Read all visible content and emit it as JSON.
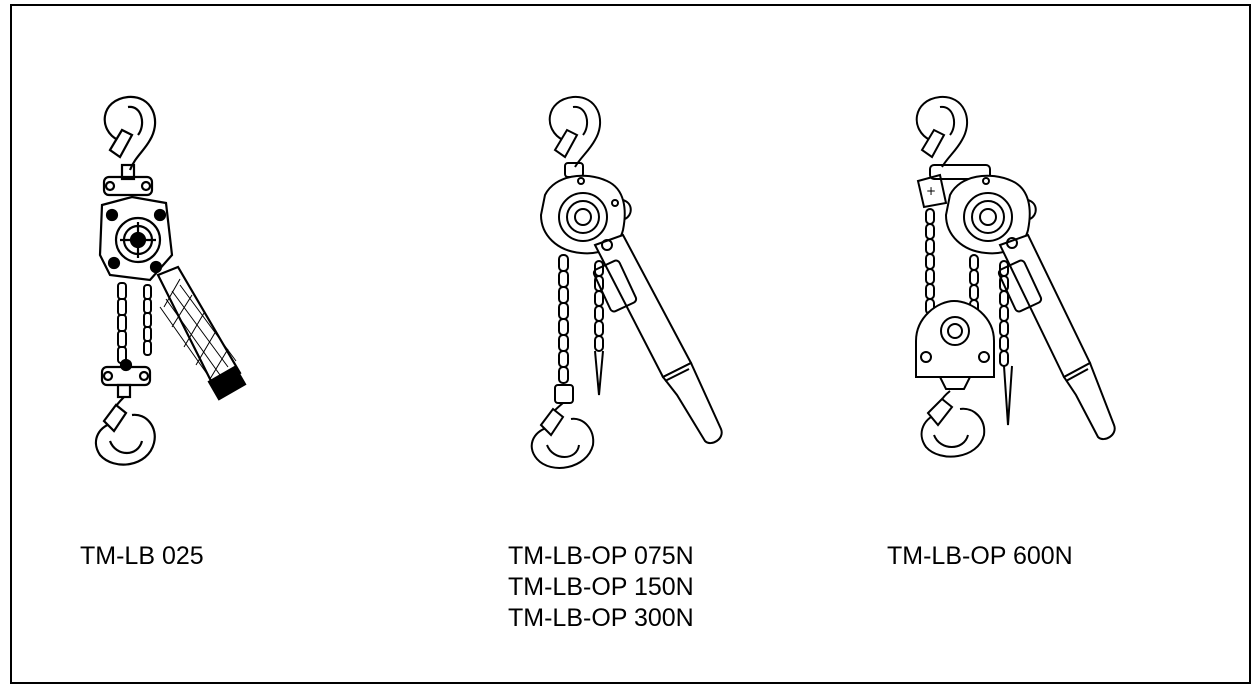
{
  "figures": [
    {
      "icon": "lever-hoist-compact-icon",
      "caption_lines": [
        "TM-LB 025"
      ]
    },
    {
      "icon": "lever-hoist-icon",
      "caption_lines": [
        "TM-LB-OP 075N",
        "TM-LB-OP 150N",
        "TM-LB-OP 300N"
      ]
    },
    {
      "icon": "lever-hoist-double-fall-icon",
      "caption_lines": [
        "TM-LB-OP 600N"
      ]
    }
  ],
  "colors": {
    "line": "#000000",
    "background": "#ffffff"
  }
}
